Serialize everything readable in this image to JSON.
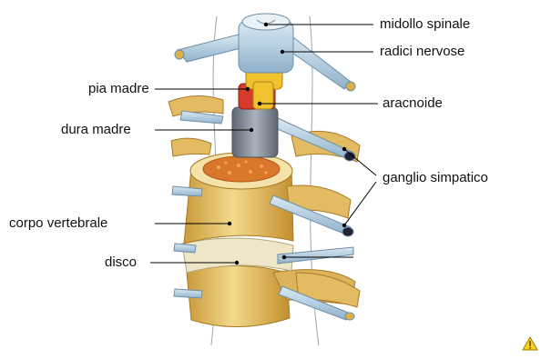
{
  "labels": {
    "spinal_cord": "midollo spinale",
    "nerve_roots": "radici nervose",
    "pia_mater": "pia madre",
    "arachnoid": "aracnoide",
    "dura_mater": "dura madre",
    "sympathetic_ganglion": "ganglio simpatico",
    "vertebral_body": "corpo vertebrale",
    "disc": "disco"
  },
  "colors": {
    "bone": "#e9c46a",
    "bone_shadow": "#c99a3a",
    "bone_light": "#f6e2a8",
    "marrow": "#d9772b",
    "disc": "#efe6c8",
    "nerve": "#b9d3e6",
    "dura": "#7d8793",
    "pia": "#d63b2c",
    "arachnoid_band": "#f2c12e",
    "leader": "#000000"
  },
  "icons": {
    "corner": "warning-icon"
  }
}
